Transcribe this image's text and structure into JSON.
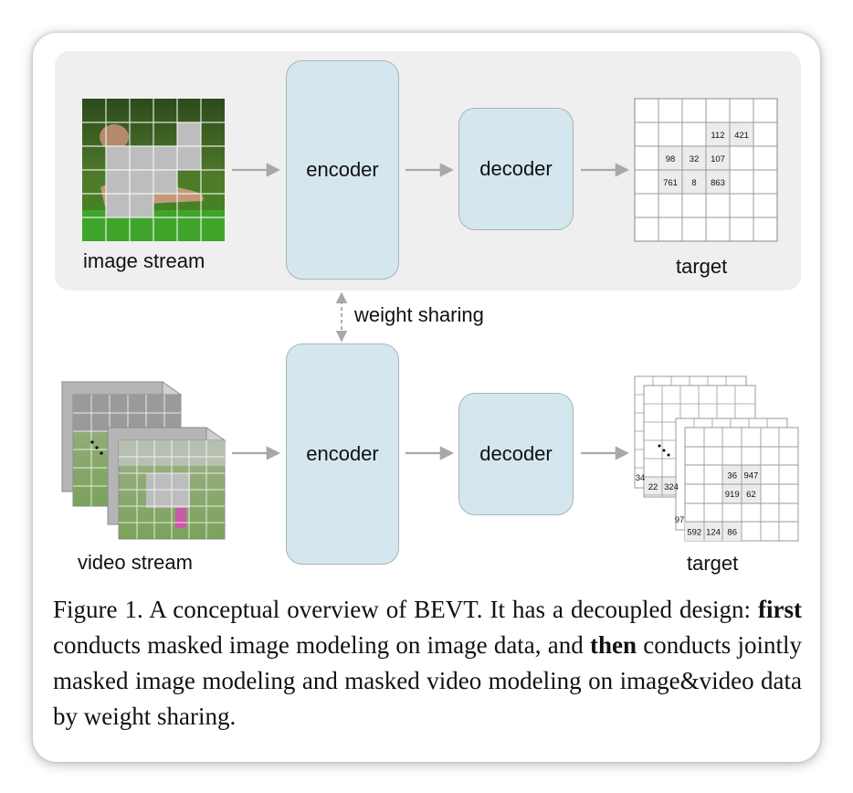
{
  "image_stream": {
    "label": "image stream",
    "encoder_label": "encoder",
    "decoder_label": "decoder",
    "target_label": "target",
    "target_values": [
      {
        "row": 1,
        "col": 3,
        "v": "112"
      },
      {
        "row": 1,
        "col": 4,
        "v": "421"
      },
      {
        "row": 2,
        "col": 1,
        "v": "98"
      },
      {
        "row": 2,
        "col": 2,
        "v": "32"
      },
      {
        "row": 2,
        "col": 3,
        "v": "107"
      },
      {
        "row": 3,
        "col": 1,
        "v": "761"
      },
      {
        "row": 3,
        "col": 2,
        "v": "8"
      },
      {
        "row": 3,
        "col": 3,
        "v": "863"
      }
    ]
  },
  "weight_sharing_label": "weight sharing",
  "video_stream": {
    "label": "video stream",
    "encoder_label": "encoder",
    "decoder_label": "decoder",
    "target_label": "target",
    "target_values": [
      {
        "row": 2,
        "col": 2,
        "v": "36"
      },
      {
        "row": 2,
        "col": 3,
        "v": "947"
      },
      {
        "row": 3,
        "col": 2,
        "v": "919"
      },
      {
        "row": 3,
        "col": 3,
        "v": "62"
      },
      {
        "row": 5,
        "col": 0,
        "v": "592"
      },
      {
        "row": 5,
        "col": 1,
        "v": "124"
      },
      {
        "row": 5,
        "col": 2,
        "v": "86"
      }
    ],
    "back_frame_values": [
      "22",
      "324",
      "34",
      "97"
    ]
  },
  "caption": {
    "prefix": "Figure 1.  A conceptual overview of BEVT.  It has a decoupled design: ",
    "bold1": "first",
    "mid": " conducts masked image modeling on image data, and ",
    "bold2": "then",
    "suffix": " conducts jointly masked image modeling and masked video modeling on image&video data by weight sharing."
  },
  "colors": {
    "box_fill": "#d4e7ee",
    "panel_bg": "#efefef",
    "arrow": "#a8a8a8",
    "mask_patch": "#bdbdbd",
    "highlight_cell": "#ececec"
  }
}
